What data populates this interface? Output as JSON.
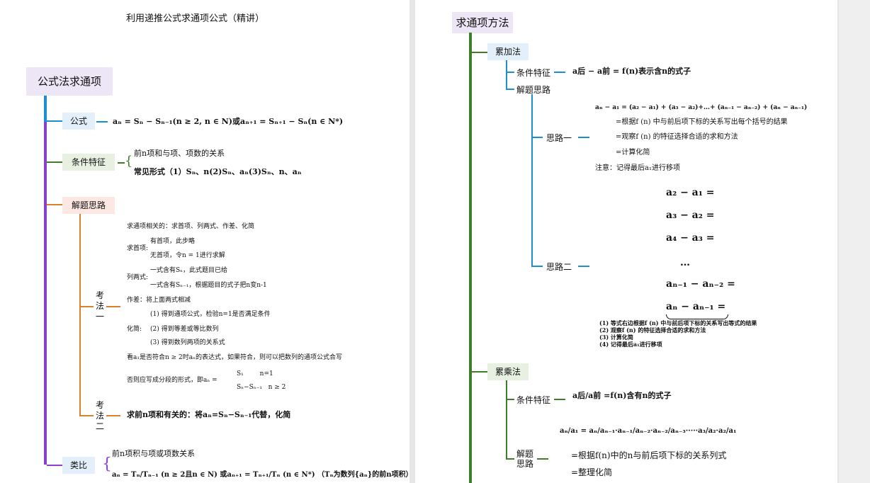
{
  "left": {
    "doc_title": "利用递推公式求通项公式（精讲）",
    "root": "公式法求通项",
    "formula": {
      "label": "公式",
      "text": "aₙ = Sₙ − Sₙ₋₁(n ≥ 2, n ∈ N)或aₙ₊₁ = Sₙ₊₁ − Sₙ(n ∈ N*)"
    },
    "condition": {
      "label": "条件特征",
      "items": [
        "前n项和与项、项数的关系",
        "常见形式（1）Sₙ、n(2)Sₙ、aₙ(3)Sₙ、n、aₙ"
      ]
    },
    "approach": {
      "label": "解题思路",
      "method1": {
        "label": [
          "考",
          "法",
          "一"
        ],
        "lines": [
          "求通项相关的：求首项、列两式、作差、化简",
          "求首项:",
          "有首项，此步略",
          "无首项，令n = 1进行求解",
          "列两式:",
          "一式含有Sₙ，此式题目已给",
          "一式含有Sₙ₋₁，根据题目的式子把n变n-1",
          "作差：将上面两式相减",
          "化简:",
          "(1) 得到通项公式，检验n=1是否满足条件",
          "(2) 得到等差或等比数列",
          "(3) 得到数列两项的关系式",
          "看a₁是否符合n ≥ 2时aₙ的表达式，如果符合，则可以把数列的通项公式合写",
          "否则应写成分段的形式，即aₙ =",
          "S₁        n=1",
          "Sₙ−Sₙ₋₁   n ≥ 2"
        ]
      },
      "method2": {
        "label": [
          "考",
          "法",
          "二"
        ],
        "text": "求前n项和有关的：将aₙ=Sₙ−Sₙ₋₁代替，化简"
      }
    },
    "analogy": {
      "label": "类比",
      "items": [
        "前n项积与项或项数关系",
        "aₙ = Tₙ/Tₙ₋₁ (n ≥ 2且n ∈ N) 或aₙ₊₁ = Tₙ₊₁/Tₙ (n ∈ N*) （Tₙ为数列{aₙ}的前n项积）"
      ]
    }
  },
  "right": {
    "root": "求通项方法",
    "sum_method": {
      "label": "累加法",
      "condition_label": "条件特征",
      "condition_text": "a后 − a前 = f(n)表示含n的式子",
      "approach_label": "解题思路",
      "idea1": {
        "label": "思路一",
        "lines": [
          "aₙ − a₁ = (a₂ − a₁) + (a₃ − a₂)+…+ (aₙ₋₁ − aₙ₋₂) + (aₙ − aₙ₋₁)",
          "=根据f (n) 中与前后项下标的关系写出每个括号的结果",
          "=观察f (n) 的特征选择合适的求和方法",
          "=计算化简",
          "注意：记得最后a₁进行移项"
        ]
      },
      "idea2": {
        "label": "思路二",
        "eqs": [
          "a₂ − a₁ =",
          "a₃ − a₂ =",
          "a₄ − a₃ =",
          "…",
          "aₙ₋₁ − aₙ₋₂ =",
          "aₙ − aₙ₋₁ ="
        ],
        "notes": [
          "(1) 等式右边根据f (n) 中与前后项下标的关系写出等式的结果",
          "(2) 观察f (n) 的特征选择合适的求和方法",
          "(3) 计算化简",
          "(4) 记得最后a₁进行移项"
        ]
      }
    },
    "product_method": {
      "label": "累乘法",
      "condition_label": "条件特征",
      "condition_text": "a后/a前 =f(n)含有n的式子",
      "approach_label": [
        "解题",
        "思路"
      ],
      "formula": "aₙ/a₁ = aₙ/aₙ₋₁·aₙ₋₁/aₙ₋₂·aₙ₋₂/aₙ₋₃·····a₃/a₂·a₂/a₁",
      "lines": [
        "=根据f(n)中的n与前后项下标的关系列式",
        "=整理化简"
      ]
    }
  },
  "colors": {
    "blue": "#1b8fcf",
    "purple": "#8a3fcf",
    "orange": "#d9822b",
    "green": "#3f7d2b",
    "root_bg": "#ece6f6",
    "blue_bg": "#e3f0fb",
    "green_bg": "#e8f0e2",
    "orange_bg": "#fde7e3"
  }
}
